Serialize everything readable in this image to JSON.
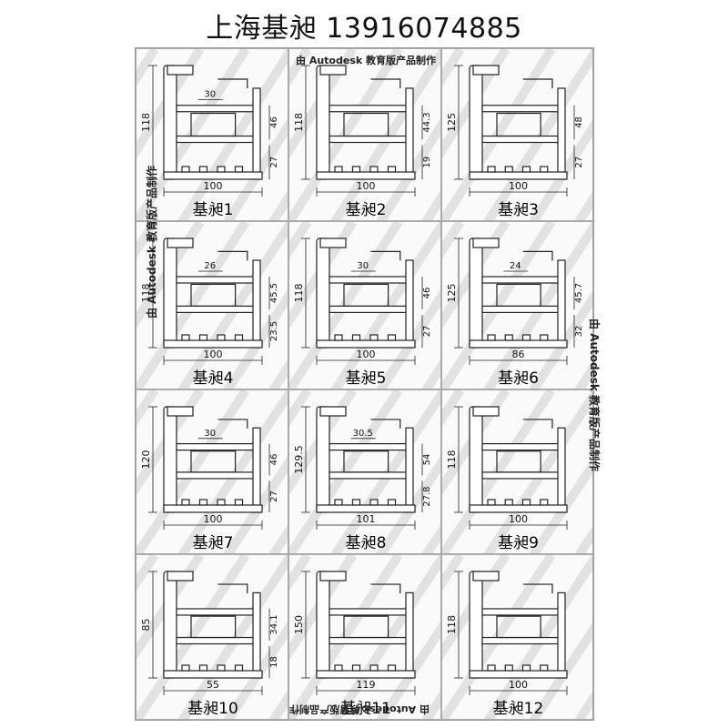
{
  "header": {
    "title": "上海基昶 13916074885"
  },
  "watermarks": {
    "autodesk": "由 Autodesk 教育版产品制作"
  },
  "profiles": [
    {
      "label": "基昶1",
      "width": "100",
      "height": "118",
      "dims": [
        "30",
        "46",
        "27"
      ]
    },
    {
      "label": "基昶2",
      "width": "100",
      "height": "118",
      "dims": [
        "44.3",
        "19"
      ]
    },
    {
      "label": "基昶3",
      "width": "100",
      "height": "125",
      "dims": [
        "48",
        "27"
      ]
    },
    {
      "label": "基昶4",
      "width": "100",
      "height": "118",
      "dims": [
        "26",
        "45.5",
        "23.5"
      ]
    },
    {
      "label": "基昶5",
      "width": "100",
      "height": "118",
      "dims": [
        "30",
        "46",
        "27"
      ]
    },
    {
      "label": "基昶6",
      "width": "86",
      "height": "125",
      "dims": [
        "24",
        "45.7",
        "32"
      ]
    },
    {
      "label": "基昶7",
      "width": "100",
      "height": "120",
      "dims": [
        "30",
        "46",
        "27"
      ]
    },
    {
      "label": "基昶8",
      "width": "101",
      "height": "129.5",
      "dims": [
        "30.5",
        "54",
        "27.8"
      ]
    },
    {
      "label": "基昶9",
      "width": "100",
      "height": "118",
      "dims": []
    },
    {
      "label": "基昶10",
      "width": "55",
      "height": "85",
      "dims": [
        "34.1",
        "18"
      ]
    },
    {
      "label": "基昶11",
      "width": "119",
      "height": "150",
      "dims": []
    },
    {
      "label": "基昶12",
      "width": "100",
      "height": "118",
      "dims": []
    }
  ]
}
